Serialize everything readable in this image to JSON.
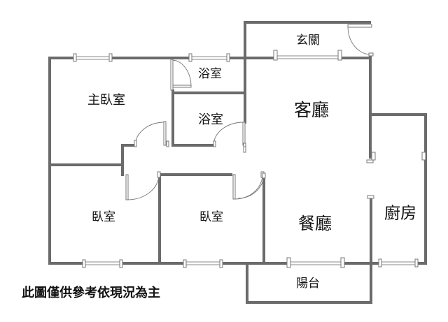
{
  "rooms": {
    "entrance": "玄關",
    "bath_upper": "浴室",
    "master_bedroom": "主臥室",
    "bath_lower": "浴室",
    "living_room": "客廳",
    "bedroom_left": "臥室",
    "bedroom_middle": "臥室",
    "dining_room": "餐廳",
    "kitchen": "廚房",
    "balcony": "陽台"
  },
  "caption": "此圖僅供參考依現況為主",
  "colors": {
    "wall": "#6b6b6b",
    "text": "#111111"
  }
}
